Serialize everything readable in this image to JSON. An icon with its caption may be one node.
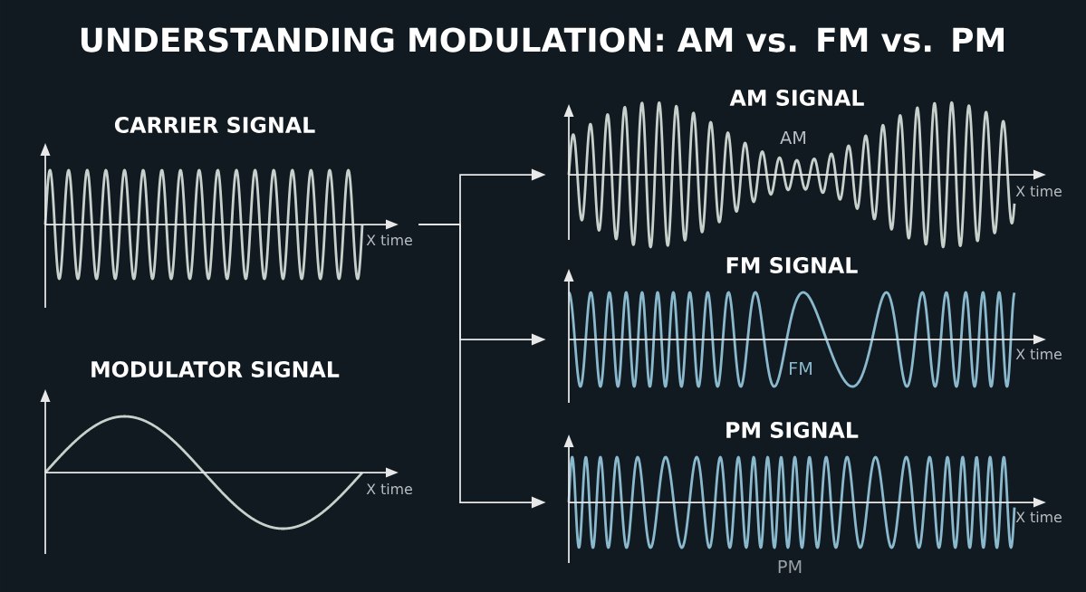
{
  "diagram": {
    "title": "UNDERSTANDING MODULATION: AM vs. FM vs. PM",
    "nodes": [
      {
        "text": [
          "CARRIER SIGNAL",
          "X time"
        ]
      },
      {
        "text": [
          "MODULATOR SIGNAL",
          "X time"
        ]
      },
      {
        "text": [
          "AM SIGNAL",
          "AM",
          "X time"
        ]
      },
      {
        "text": [
          "FM SIGNAL",
          "FM",
          "X time"
        ]
      },
      {
        "text": [
          "PM SIGNAL",
          "PM",
          "X time"
        ]
      }
    ],
    "edges": [
      {
        "from": 0,
        "to": 2,
        "arrow": "to"
      },
      {
        "from": 0,
        "to": 3,
        "arrow": "to"
      },
      {
        "from": 0,
        "to": 4,
        "arrow": "to"
      }
    ]
  }
}
